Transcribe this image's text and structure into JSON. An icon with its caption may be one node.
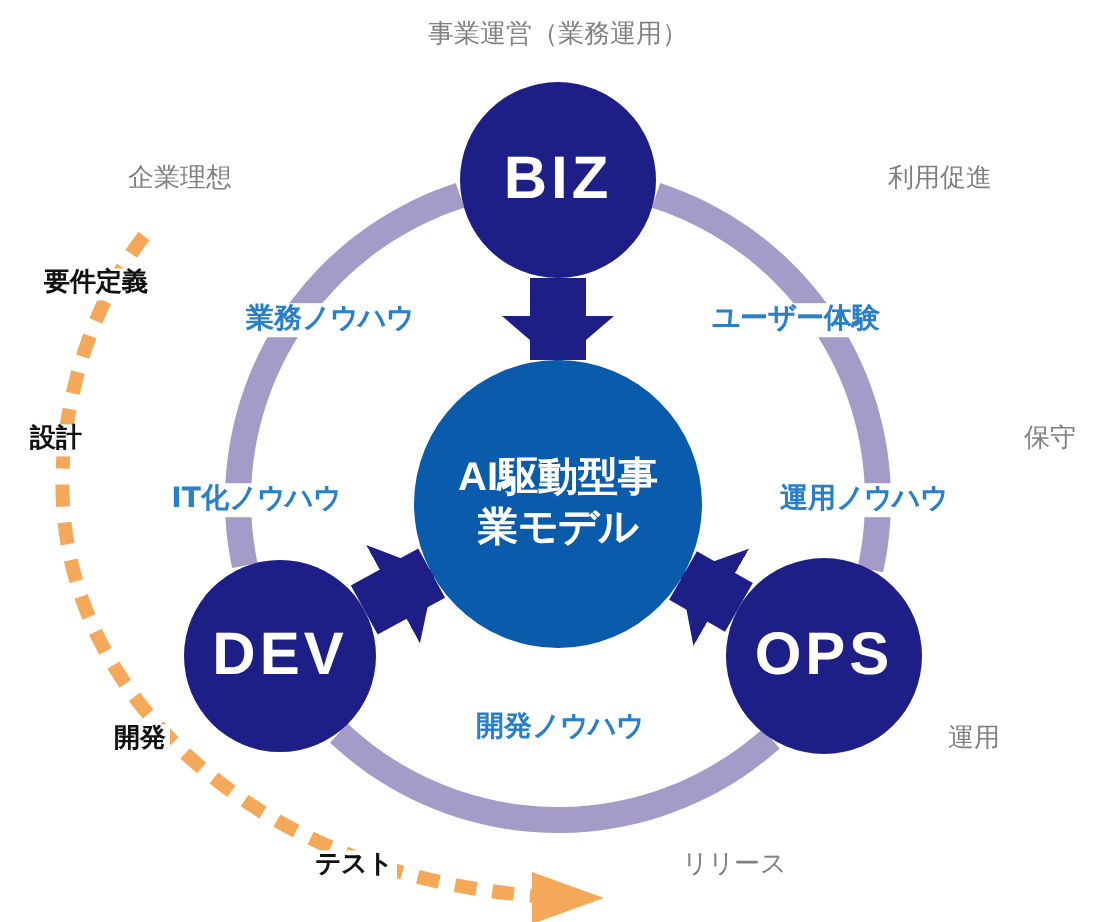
{
  "diagram": {
    "nodes": [
      {
        "text": [
          "BIZ"
        ]
      },
      {
        "text": [
          "AI駆動型事業モデル"
        ]
      },
      {
        "text": [
          "DEV"
        ]
      },
      {
        "text": [
          "OPS"
        ]
      }
    ],
    "edges": [
      {
        "from": 0,
        "to": 1,
        "arrow": "to",
        "style": "thick",
        "color": "#1e1e87"
      },
      {
        "from": 2,
        "to": 1,
        "arrow": "to",
        "style": "thick",
        "color": "#1e1e87"
      },
      {
        "from": 3,
        "to": 1,
        "arrow": "to",
        "style": "thick",
        "color": "#1e1e87"
      },
      {
        "from": 0,
        "to": 2,
        "arrow": "none",
        "color": "#a59bc9"
      },
      {
        "from": 0,
        "to": 3,
        "arrow": "none",
        "color": "#a59bc9"
      },
      {
        "from": 2,
        "to": 3,
        "arrow": "none",
        "color": "#a59bc9"
      }
    ],
    "labels": [
      "事業運営（業務運用）",
      "企業理想",
      "利用促進",
      "要件定義",
      "業務ノウハウ",
      "ユーザー体験",
      "設計",
      "保守",
      "IT化ノウハウ",
      "運用ノウハウ",
      "開発",
      "開発ノウハウ",
      "運用",
      "テスト",
      "リリース"
    ]
  }
}
